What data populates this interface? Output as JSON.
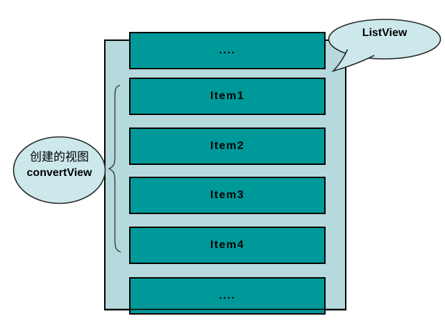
{
  "items": [
    {
      "label": "...."
    },
    {
      "label": "Item1"
    },
    {
      "label": "Item2"
    },
    {
      "label": "Item3"
    },
    {
      "label": "Item4"
    },
    {
      "label": "...."
    }
  ],
  "callouts": {
    "listview": {
      "label": "ListView"
    },
    "convertview": {
      "line1": "创建的视图",
      "line2": "convertView"
    }
  },
  "colors": {
    "item_fill": "#009999",
    "container_fill": "#b5d9dd",
    "callout_fill": "#cce8eb",
    "outline": "#000000"
  }
}
